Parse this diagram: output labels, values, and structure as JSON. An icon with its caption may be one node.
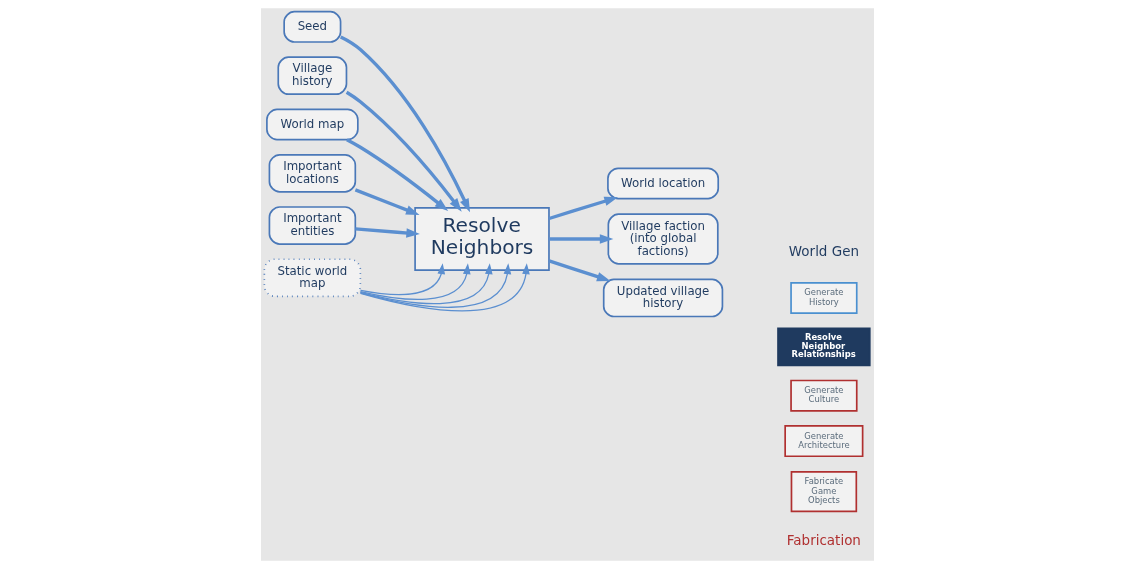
{
  "diagram": {
    "nodes": [
      {
        "text": [
          "Seed"
        ]
      },
      {
        "text": [
          "Village history"
        ]
      },
      {
        "text": [
          "World map"
        ]
      },
      {
        "text": [
          "Important locations"
        ]
      },
      {
        "text": [
          "Important entities"
        ]
      },
      {
        "text": [
          "Resolve Neighbors"
        ]
      },
      {
        "text": [
          "Static world map"
        ]
      },
      {
        "text": [
          "World location"
        ]
      },
      {
        "text": [
          "Village faction (into global factions)"
        ]
      },
      {
        "text": [
          "Updated village history"
        ]
      },
      {
        "text": [
          "Generate History"
        ]
      },
      {
        "text": [
          "Resolve Neighbor Relationships"
        ]
      },
      {
        "text": [
          "Generate Culture"
        ]
      },
      {
        "text": [
          "Generate Architecture"
        ]
      },
      {
        "text": [
          "Fabricate Game Objects"
        ]
      }
    ],
    "edges": [
      {
        "from": 0,
        "to": 5,
        "arrow": "to"
      },
      {
        "from": 1,
        "to": 5,
        "arrow": "to"
      },
      {
        "from": 2,
        "to": 5,
        "arrow": "to"
      },
      {
        "from": 3,
        "to": 5,
        "arrow": "to"
      },
      {
        "from": 4,
        "to": 5,
        "arrow": "to"
      },
      {
        "from": 6,
        "to": 5,
        "arrow": "to"
      },
      {
        "from": 6,
        "to": 5,
        "arrow": "to"
      },
      {
        "from": 6,
        "to": 5,
        "arrow": "to"
      },
      {
        "from": 6,
        "to": 5,
        "arrow": "to"
      },
      {
        "from": 6,
        "to": 5,
        "arrow": "to"
      },
      {
        "from": 5,
        "to": 7,
        "arrow": "to"
      },
      {
        "from": 5,
        "to": 8,
        "arrow": "to"
      },
      {
        "from": 5,
        "to": 9,
        "arrow": "to"
      }
    ],
    "labels": [
      "World Gen",
      "Fabrication"
    ]
  }
}
